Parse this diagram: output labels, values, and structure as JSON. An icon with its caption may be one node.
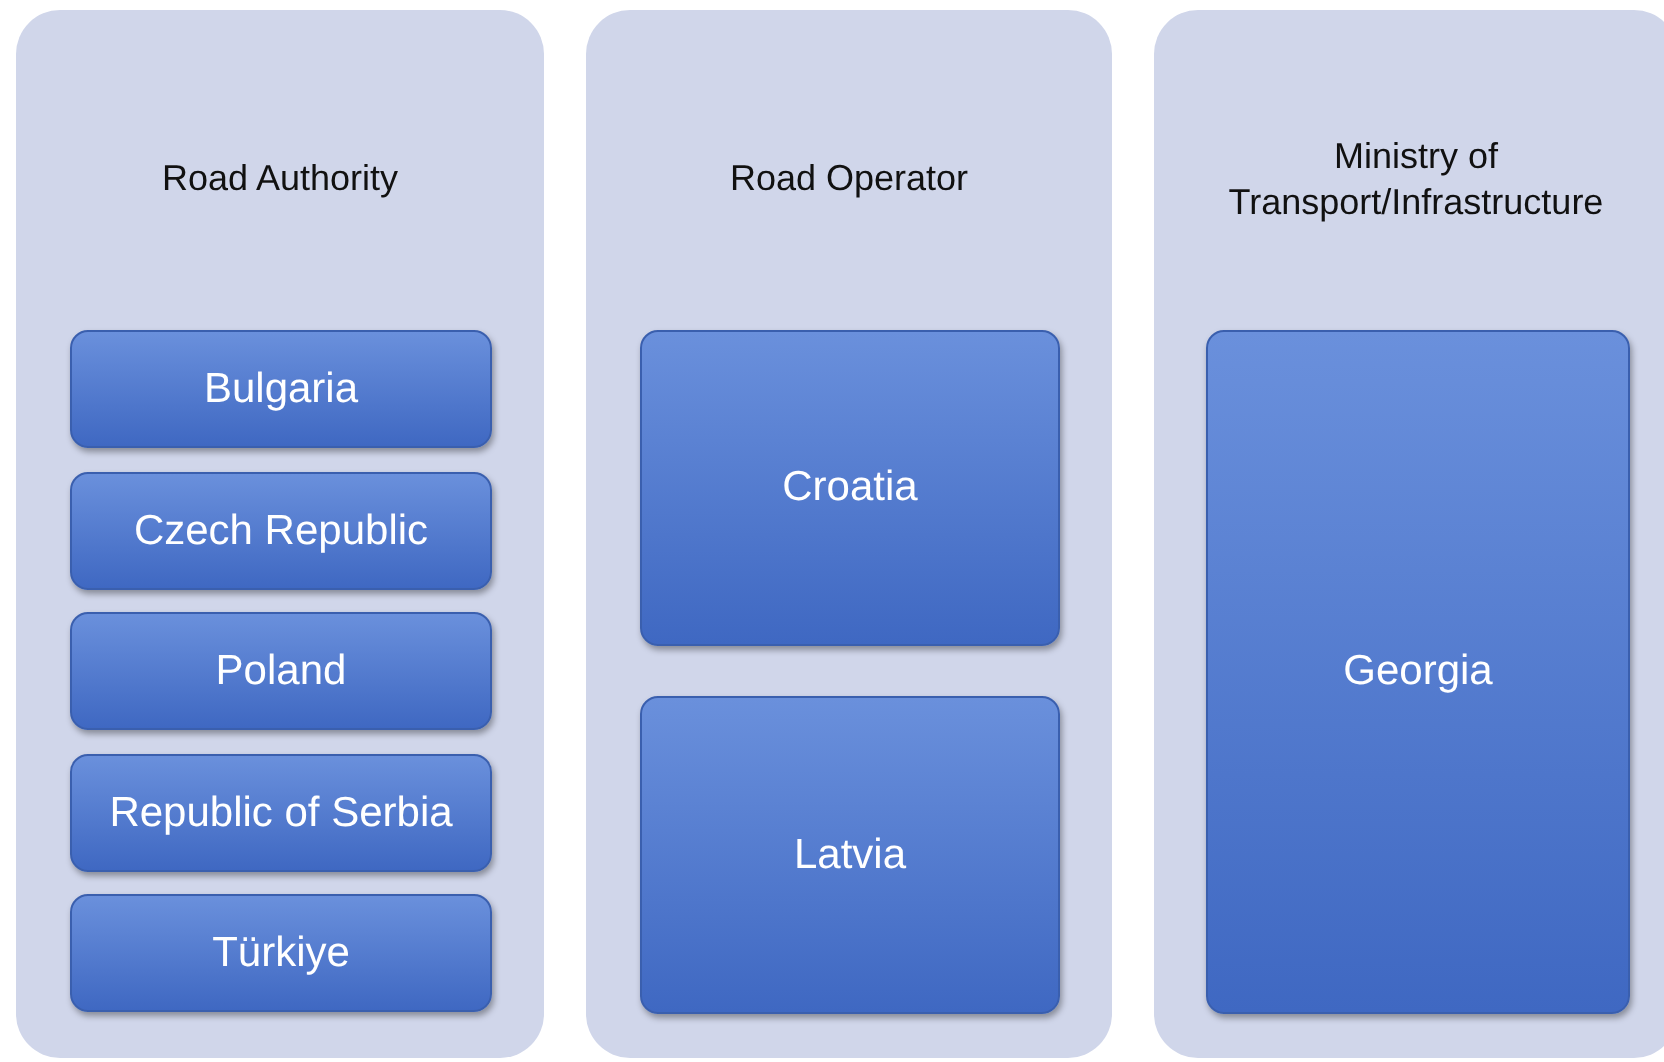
{
  "diagram": {
    "nodes": [
      {
        "text": [
          "Road Authority"
        ]
      },
      {
        "text": [
          "Bulgaria"
        ],
        "in": 0
      },
      {
        "text": [
          "Czech Republic"
        ],
        "in": 0
      },
      {
        "text": [
          "Poland"
        ],
        "in": 0
      },
      {
        "text": [
          "Republic of Serbia"
        ],
        "in": 0
      },
      {
        "text": [
          "Türkiye"
        ],
        "in": 0
      },
      {
        "text": [
          "Road Operator"
        ]
      },
      {
        "text": [
          "Croatia"
        ],
        "in": 6
      },
      {
        "text": [
          "Latvia"
        ],
        "in": 6
      },
      {
        "text": [
          "Ministry of Transport/Infrastructure"
        ]
      },
      {
        "text": [
          "Georgia"
        ],
        "in": 9
      }
    ]
  }
}
